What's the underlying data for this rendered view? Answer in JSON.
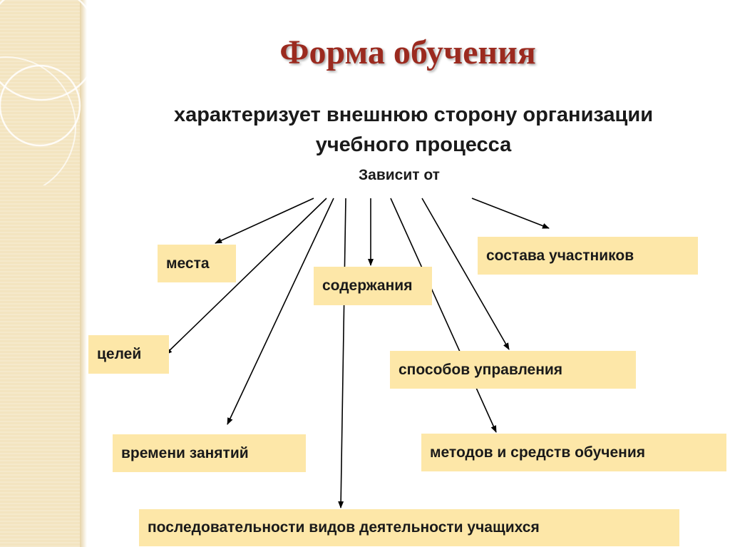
{
  "title": "Форма обучения",
  "subtitle": {
    "line1": "характеризует внешнюю сторону организации",
    "line2": "учебного процесса"
  },
  "depends_on": "Зависит от",
  "factors": {
    "place": "места",
    "content": "содержания",
    "participants": "состава участников",
    "goals": "целей",
    "management": "способов управления",
    "time": "времени занятий",
    "methods": "методов и средств обучения",
    "sequence": "последовательности видов деятельности учащихся"
  }
}
